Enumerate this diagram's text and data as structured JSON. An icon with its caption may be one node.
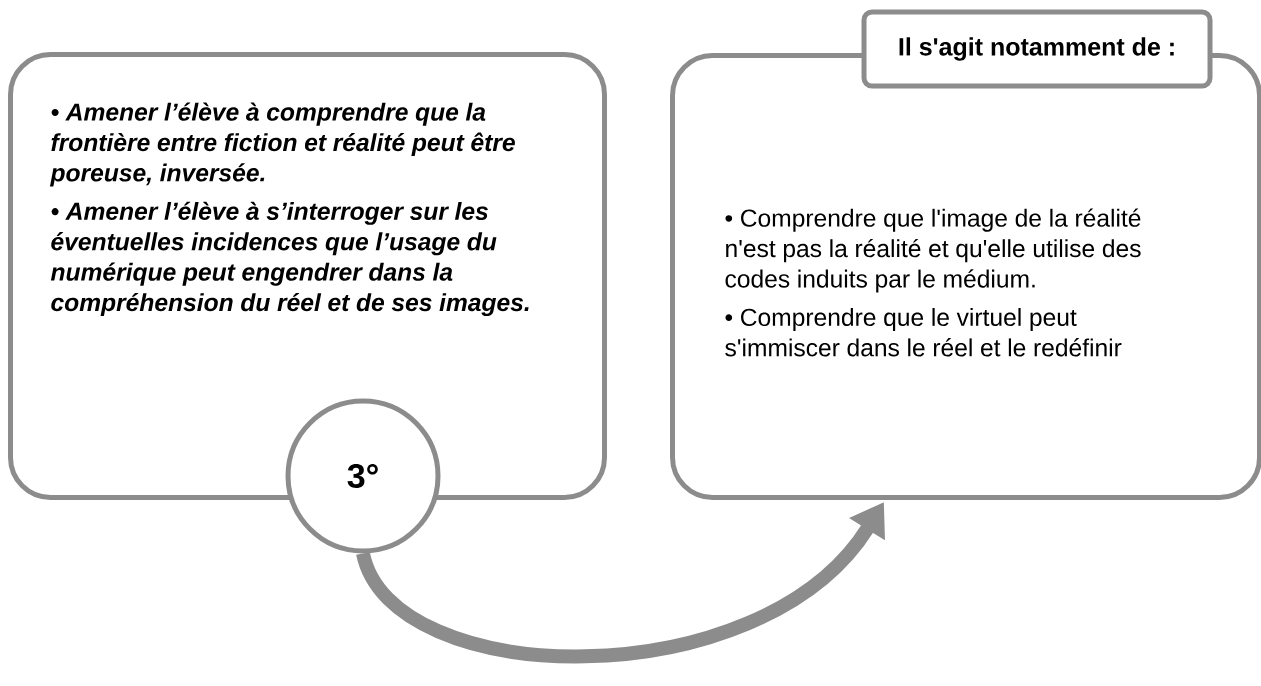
{
  "diagram": {
    "nodes": [
      {
        "text": [
          "• Amener l’élève à comprendre que la frontière entre fiction et réalité peut être poreuse, inversée.",
          "• Amener l’élève à s’interroger sur les éventuelles incidences que l’usage du numérique peut engendrer dans la compréhension du réel et de ses images."
        ]
      },
      {
        "text": [
          "3°"
        ]
      },
      {
        "text": [
          "• Comprendre que l'image de la réalité n'est pas la réalité et qu'elle utilise des codes induits par le médium.",
          "• Comprendre que le virtuel peut s'immiscer dans le réel et le redéfinir"
        ]
      },
      {
        "text": [
          "Il s'agit notamment de :"
        ]
      }
    ],
    "edges": [
      {
        "from": 1,
        "to": 2,
        "arrow": "to"
      }
    ]
  }
}
